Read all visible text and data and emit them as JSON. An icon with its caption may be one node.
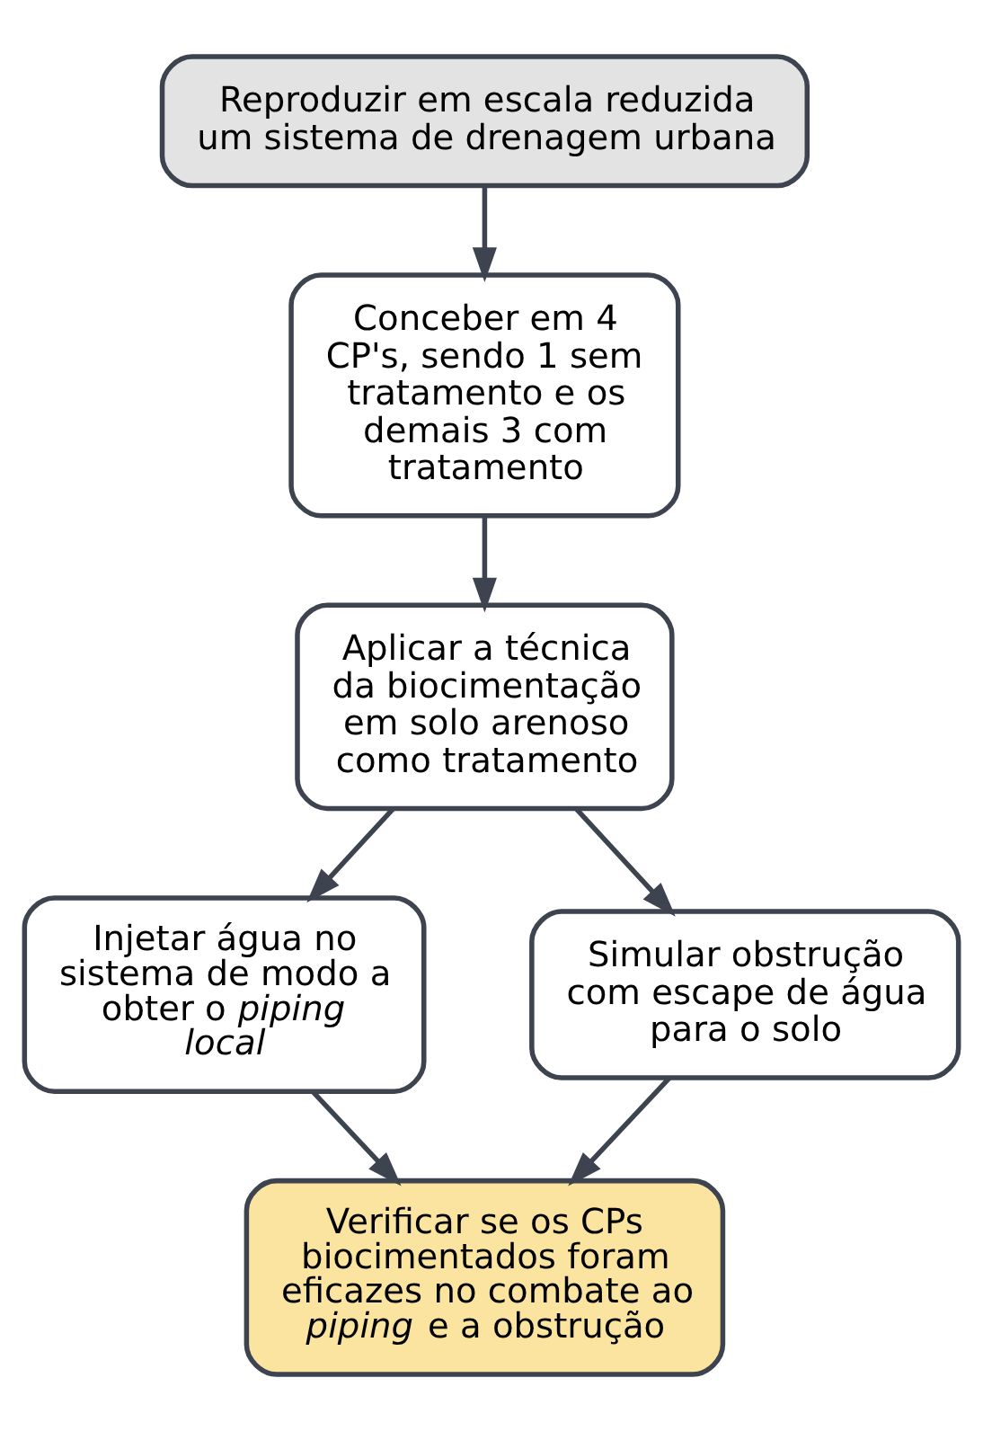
{
  "diagram": {
    "nodes": [
      {
        "text": [
          "Reproduzir em escala reduzida um sistema de drenagem urbana"
        ]
      },
      {
        "text": [
          "Conceber em 4 CP's, sendo 1 sem tratamento e os demais 3 com tratamento"
        ]
      },
      {
        "text": [
          "Aplicar a técnica da biocimentação em solo arenoso como tratamento"
        ]
      },
      {
        "text": [
          "Injetar água no sistema de modo a obter o *piping local*"
        ]
      },
      {
        "text": [
          "Simular obstrução com escape de água para o solo"
        ]
      },
      {
        "text": [
          "Verificar se os CPs biocimentados foram eficazes no combate ao *piping* e a obstrução"
        ]
      }
    ],
    "edges": [
      {
        "from": 0,
        "to": 1,
        "arrow": "to"
      },
      {
        "from": 1,
        "to": 2,
        "arrow": "to"
      },
      {
        "from": 2,
        "to": 3,
        "arrow": "to"
      },
      {
        "from": 2,
        "to": 4,
        "arrow": "to"
      },
      {
        "from": 3,
        "to": 5,
        "arrow": "to"
      },
      {
        "from": 4,
        "to": 5,
        "arrow": "to"
      }
    ]
  }
}
